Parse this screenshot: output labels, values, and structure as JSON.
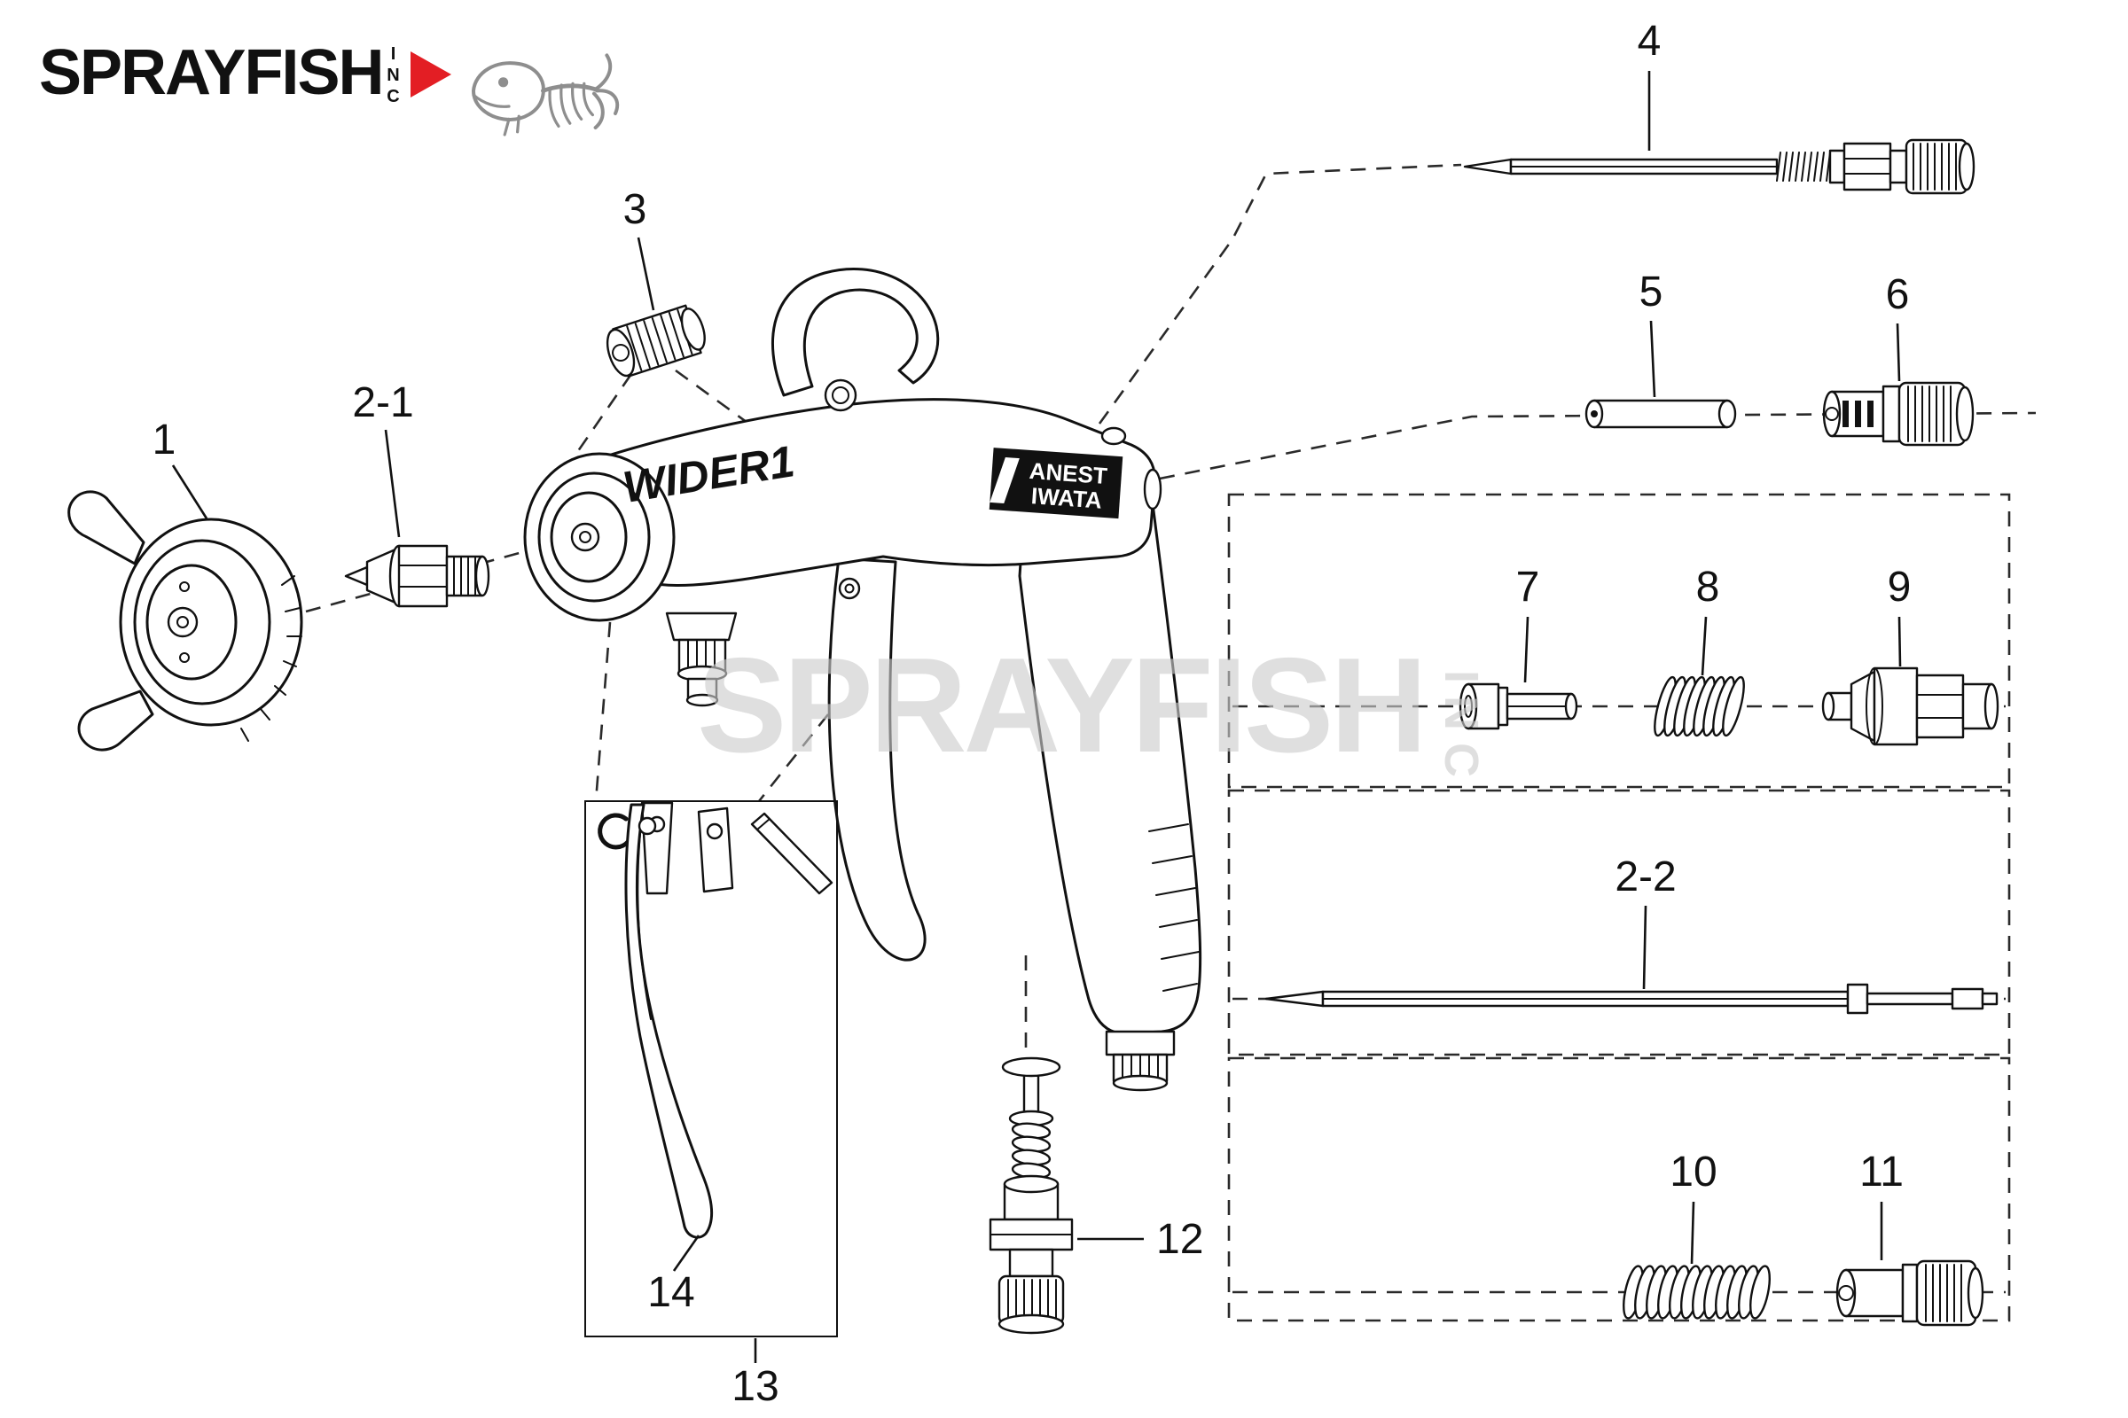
{
  "colors": {
    "logo_red": "#e31e24",
    "watermark_gray": "#cccccc",
    "diagram_ink": "#111111"
  },
  "logo": {
    "brand": "SPRAYFISH",
    "suffix": "INC"
  },
  "watermark": {
    "brand": "SPRAYFISH",
    "suffix": "INC"
  },
  "gun": {
    "model": "WIDER1",
    "maker_line1": "ANEST",
    "maker_line2": "IWATA"
  },
  "labels": {
    "p1": "1",
    "p2_1": "2-1",
    "p3": "3",
    "p4": "4",
    "p5": "5",
    "p6": "6",
    "p7": "7",
    "p8": "8",
    "p9": "9",
    "p2_2": "2-2",
    "p10": "10",
    "p11": "11",
    "p12": "12",
    "p13": "13",
    "p14": "14"
  }
}
